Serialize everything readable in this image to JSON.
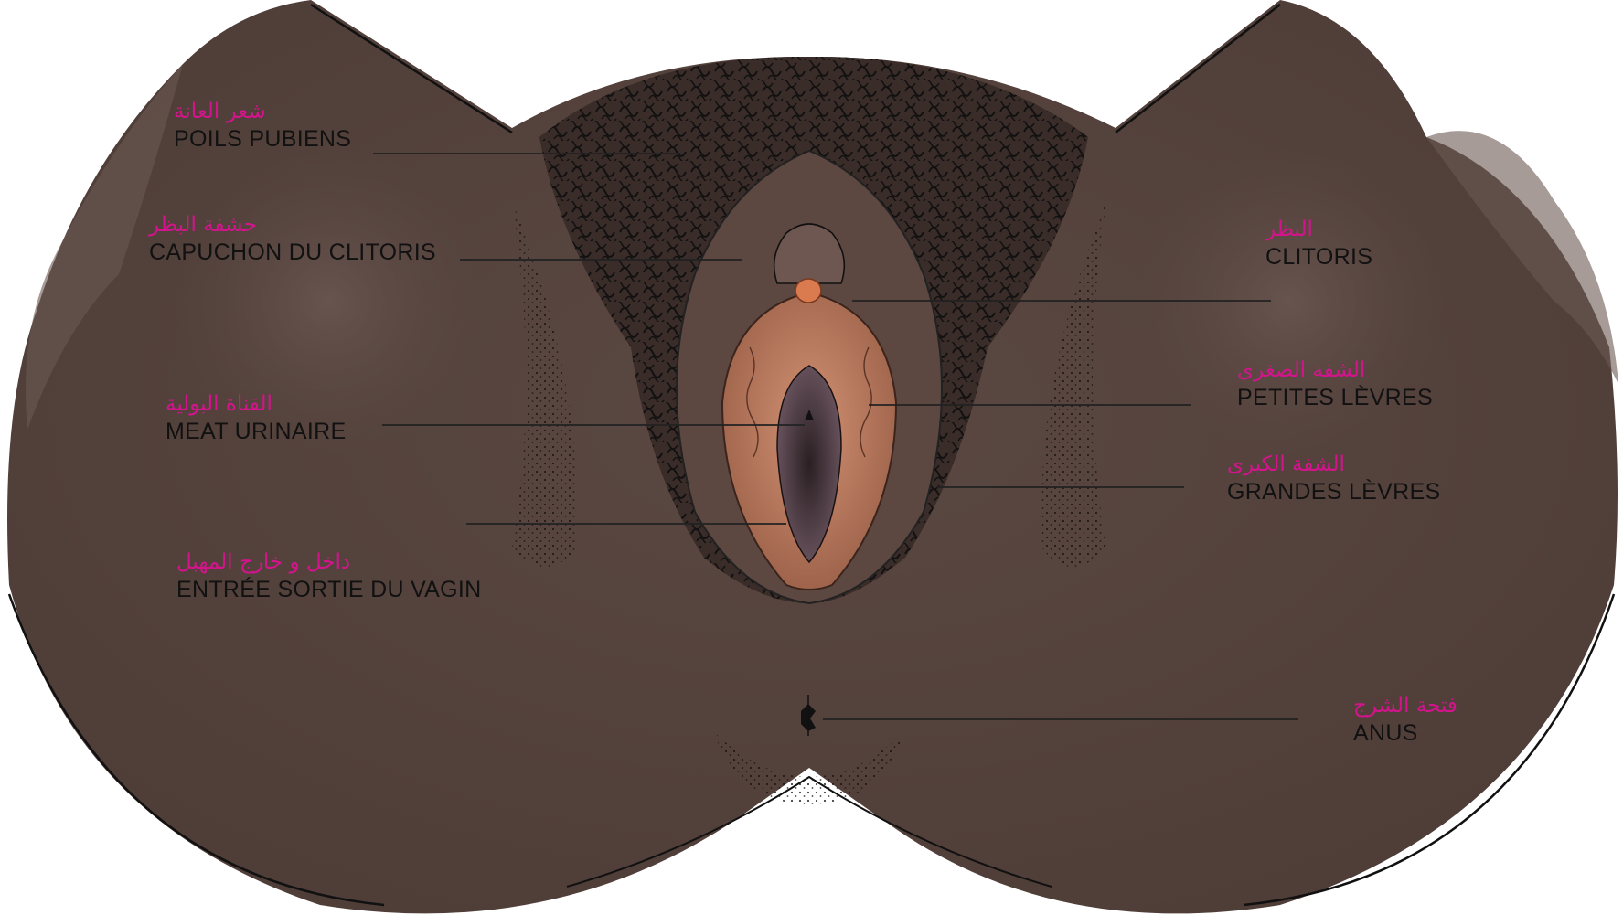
{
  "colors": {
    "skin": "#5e4a43",
    "skin_dark": "#453530",
    "labia_minora": "#b87a5c",
    "clitoris": "#d97a4f",
    "hair": "#111111",
    "arabic_text": "#d4148c",
    "french_text": "#111111",
    "leader_line": "#222222"
  },
  "labels": {
    "pubic_hair": {
      "ar": "شعر العانة",
      "fr": "POILS PUBIENS"
    },
    "clitoral_hood": {
      "ar": "حشفة البظر",
      "fr": "CAPUCHON DU CLITORIS"
    },
    "urethral_meatus": {
      "ar": "القناة البولية",
      "fr": "MEAT URINAIRE"
    },
    "vaginal_opening": {
      "ar": "داخل و خارج المهبل",
      "fr": "ENTRÉE  SORTIE DU VAGIN"
    },
    "clitoris": {
      "ar": "البظر",
      "fr": "CLITORIS"
    },
    "labia_minora": {
      "ar": "الشفة الصغرى",
      "fr": "PETITES LÈVRES"
    },
    "labia_majora": {
      "ar": "الشفة الكبرى",
      "fr": "GRANDES LÈVRES"
    },
    "anus": {
      "ar": "فتحة الشرج",
      "fr": "ANUS"
    }
  }
}
